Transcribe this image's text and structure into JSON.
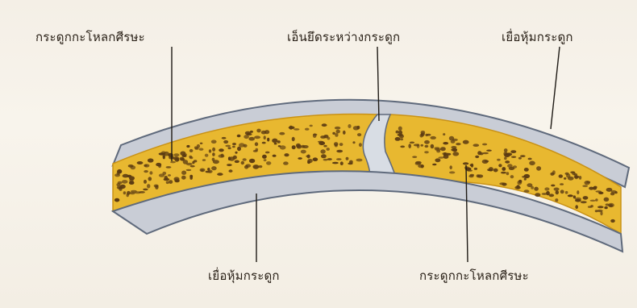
{
  "labels": {
    "top_left": "กระดูกกะโหลกศีรษะ",
    "top_center": "เอ็นยึดระหว่างกระดูก",
    "top_right": "เยื่อหุ้มกระดูก",
    "bottom_left": "เยื่อหุ้มกระดูก",
    "bottom_right": "กระดูกกะโหลกศีรษะ"
  },
  "colors": {
    "bone": "#e8b830",
    "bone_dark": "#c99216",
    "pore": "#5a3a12",
    "membrane": "#c9cdd6",
    "membrane_edge": "#5f6a7c",
    "suture": "#d8dde4",
    "leader": "#1e1a15"
  }
}
